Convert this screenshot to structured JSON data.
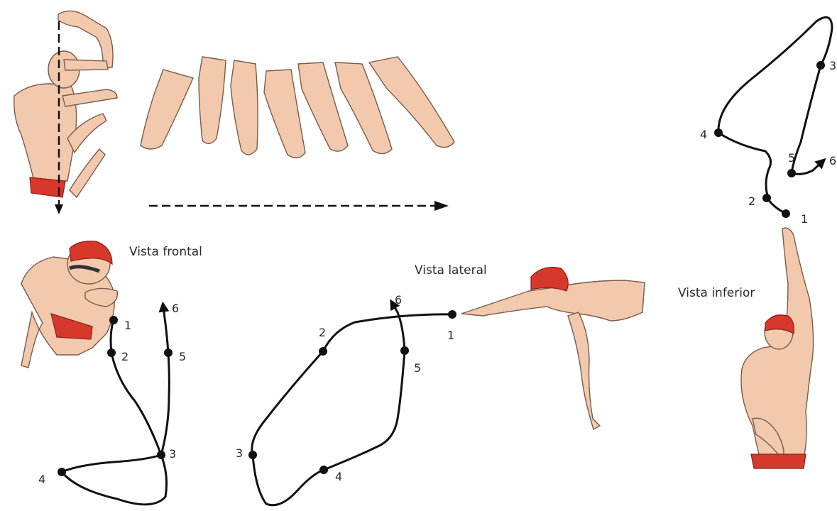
{
  "views": {
    "frontal": {
      "label": "Vista frontal"
    },
    "lateral": {
      "label": "Vista lateral"
    },
    "inferior": {
      "label": "Vista inferior"
    }
  },
  "points": {
    "frontal": [
      "1",
      "2",
      "3",
      "4",
      "5",
      "6"
    ],
    "lateral": [
      "1",
      "2",
      "3",
      "4",
      "5",
      "6"
    ],
    "inferior": [
      "1",
      "2",
      "3",
      "4",
      "5",
      "6"
    ]
  },
  "colors": {
    "cap": "#d7382c",
    "skin": "#f2c9ad",
    "path": "#111111"
  }
}
